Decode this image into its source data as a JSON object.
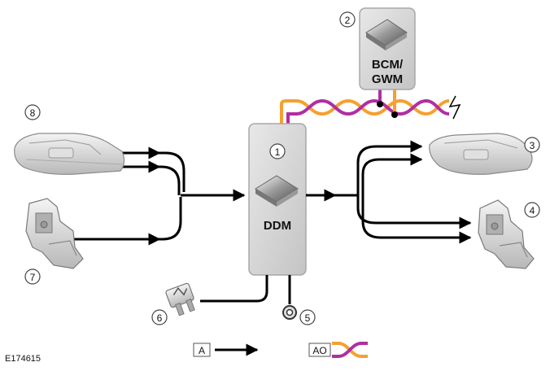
{
  "modules": {
    "ddm": {
      "label": "DDM",
      "callout": "1"
    },
    "bcm": {
      "label_line1": "BCM/",
      "label_line2": "GWM",
      "callout": "2"
    }
  },
  "callouts": {
    "right_front_handle": "3",
    "right_latch": "4",
    "ground": "5",
    "fuse": "6",
    "left_latch": "7",
    "left_handle": "8"
  },
  "legend": {
    "analog_code": "A",
    "bus_code": "AO"
  },
  "figure_id": "E174615",
  "colors": {
    "module_fill": "#d4d4d4",
    "module_stroke": "#a8a8a8",
    "bus_orange": "#f5a030",
    "bus_purple": "#b02ea2",
    "line": "#000000"
  }
}
